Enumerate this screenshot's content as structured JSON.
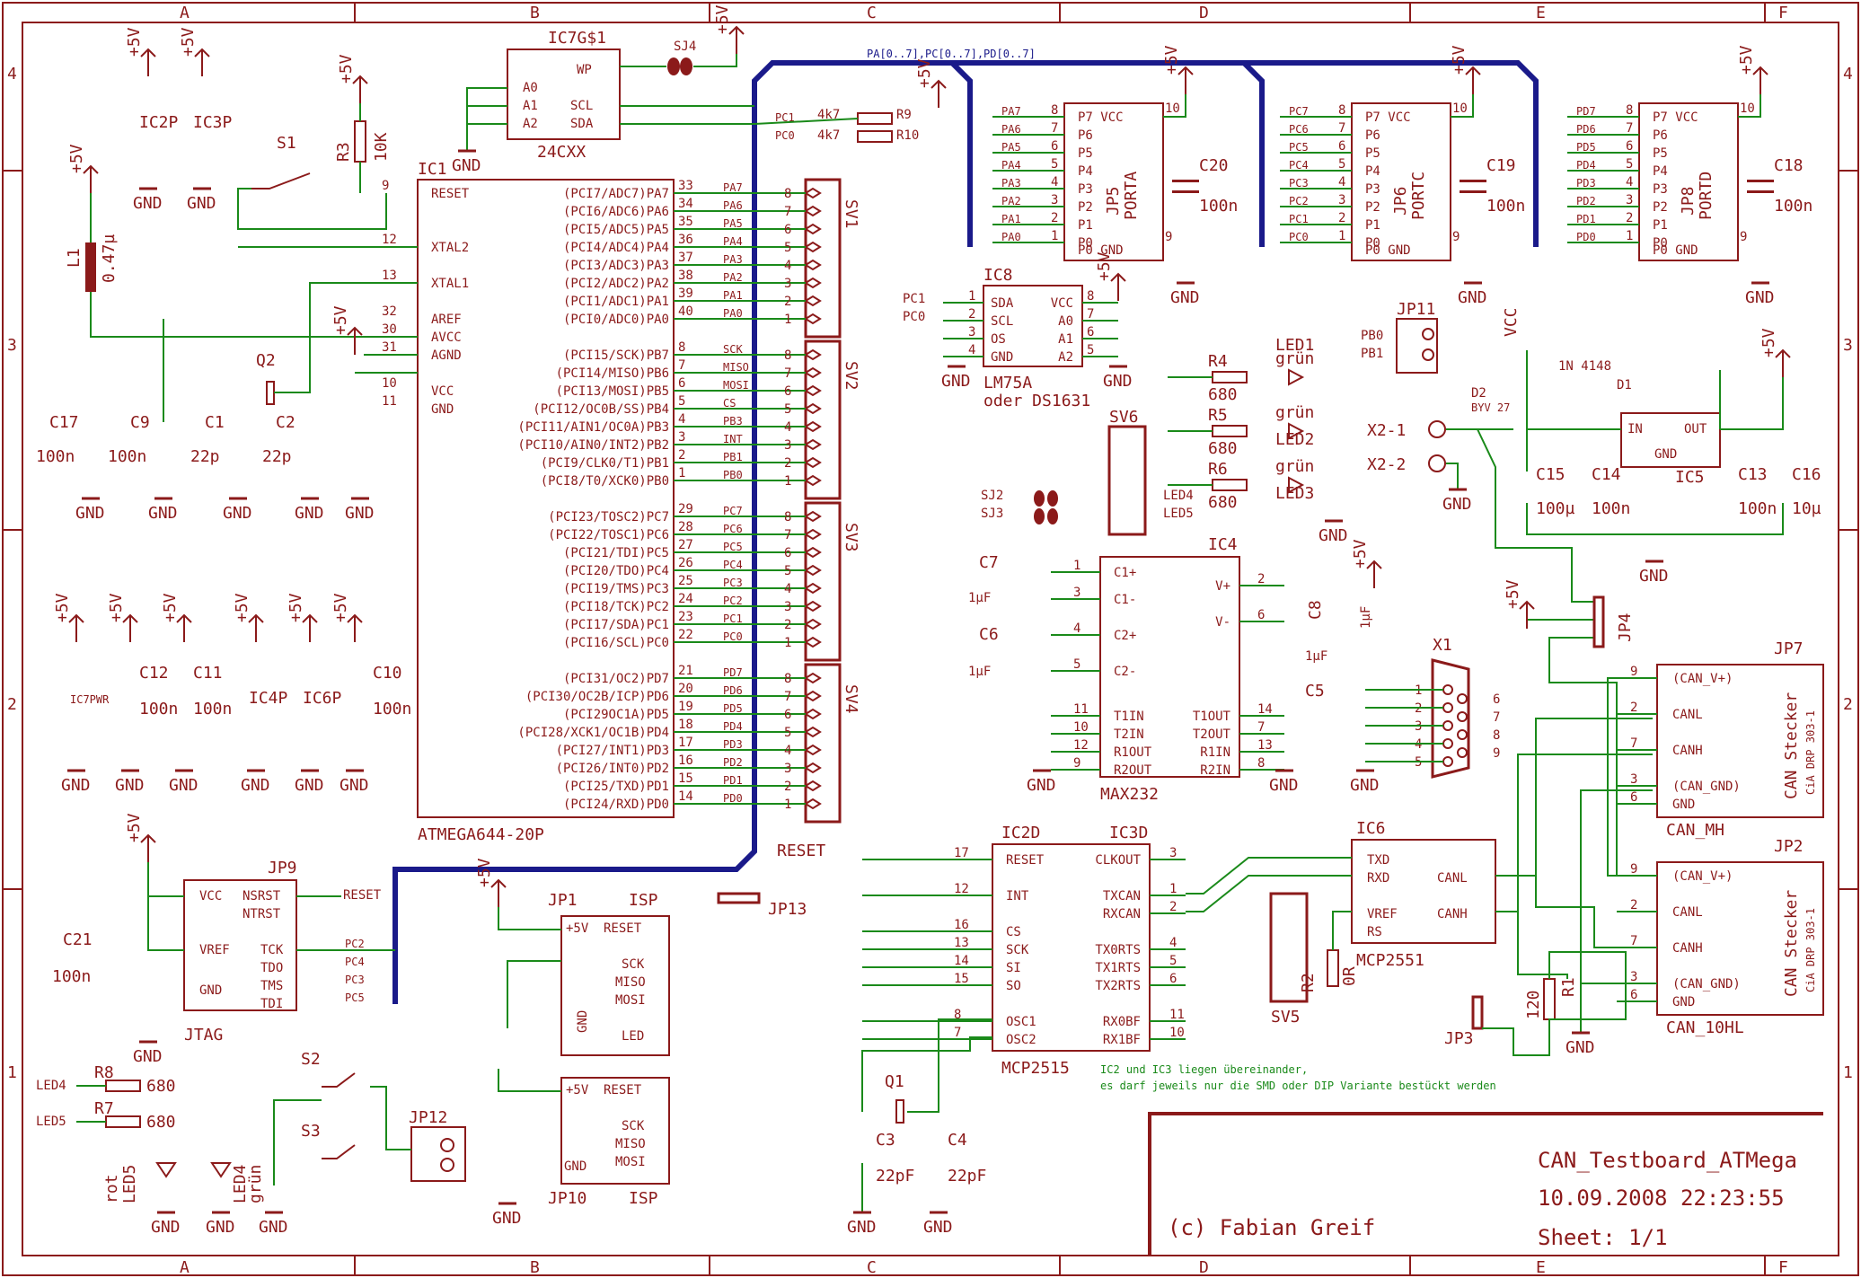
{
  "frame": {
    "cols_top": [
      "A",
      "B",
      "C",
      "D",
      "E",
      "F"
    ],
    "cols_bottom": [
      "A",
      "B",
      "C",
      "D",
      "E",
      "F"
    ],
    "rows": [
      "4",
      "3",
      "2",
      "1"
    ]
  },
  "colors": {
    "component": "#8b1a1a",
    "wire": "#1a8a1a",
    "bus": "#1a1a8a",
    "frame": "#8b1a1a"
  },
  "bus_label": "PA[0..7],PC[0..7],PD[0..7]",
  "mcu": {
    "name": "IC1",
    "part": "ATMEGA644-20P",
    "left_pins": [
      {
        "num": "9",
        "name": "RESET"
      },
      {
        "num": "12",
        "name": "XTAL2"
      },
      {
        "num": "13",
        "name": "XTAL1"
      },
      {
        "num": "32",
        "name": "AREF"
      },
      {
        "num": "30",
        "name": "AVCC"
      },
      {
        "num": "31",
        "name": "AGND"
      },
      {
        "num": "10",
        "name": "VCC"
      },
      {
        "num": "11",
        "name": "GND"
      }
    ],
    "right_pins": [
      {
        "num": "33",
        "name": "(PCI7/ADC7)PA7",
        "net": "PA7"
      },
      {
        "num": "34",
        "name": "(PCI6/ADC6)PA6",
        "net": "PA6"
      },
      {
        "num": "35",
        "name": "(PCI5/ADC5)PA5",
        "net": "PA5"
      },
      {
        "num": "36",
        "name": "(PCI4/ADC4)PA4",
        "net": "PA4"
      },
      {
        "num": "37",
        "name": "(PCI3/ADC3)PA3",
        "net": "PA3"
      },
      {
        "num": "38",
        "name": "(PCI2/ADC2)PA2",
        "net": "PA2"
      },
      {
        "num": "39",
        "name": "(PCI1/ADC1)PA1",
        "net": "PA1"
      },
      {
        "num": "40",
        "name": "(PCI0/ADC0)PA0",
        "net": "PA0"
      },
      {
        "num": "8",
        "name": "(PCI15/SCK)PB7",
        "net": "SCK"
      },
      {
        "num": "7",
        "name": "(PCI14/MISO)PB6",
        "net": "MISO"
      },
      {
        "num": "6",
        "name": "(PCI13/MOSI)PB5",
        "net": "MOSI"
      },
      {
        "num": "5",
        "name": "(PCI12/OC0B/SS)PB4",
        "net": "CS"
      },
      {
        "num": "4",
        "name": "(PCI11/AIN1/OC0A)PB3",
        "net": "PB3"
      },
      {
        "num": "3",
        "name": "(PCI10/AIN0/INT2)PB2",
        "net": "INT"
      },
      {
        "num": "2",
        "name": "(PCI9/CLK0/T1)PB1",
        "net": "PB1"
      },
      {
        "num": "1",
        "name": "(PCI8/T0/XCK0)PB0",
        "net": "PB0"
      },
      {
        "num": "29",
        "name": "(PCI23/TOSC2)PC7",
        "net": "PC7"
      },
      {
        "num": "28",
        "name": "(PCI22/TOSC1)PC6",
        "net": "PC6"
      },
      {
        "num": "27",
        "name": "(PCI21/TDI)PC5",
        "net": "PC5"
      },
      {
        "num": "26",
        "name": "(PCI20/TDO)PC4",
        "net": "PC4"
      },
      {
        "num": "25",
        "name": "(PCI19/TMS)PC3",
        "net": "PC3"
      },
      {
        "num": "24",
        "name": "(PCI18/TCK)PC2",
        "net": "PC2"
      },
      {
        "num": "23",
        "name": "(PCI17/SDA)PC1",
        "net": "PC1"
      },
      {
        "num": "22",
        "name": "(PCI16/SCL)PC0",
        "net": "PC0"
      },
      {
        "num": "21",
        "name": "(PCI31/OC2)PD7",
        "net": "PD7"
      },
      {
        "num": "20",
        "name": "(PCI30/OC2B/ICP)PD6",
        "net": "PD6"
      },
      {
        "num": "19",
        "name": "(PCI29OC1A)PD5",
        "net": "PD5"
      },
      {
        "num": "18",
        "name": "(PCI28/XCK1/OC1B)PD4",
        "net": "PD4"
      },
      {
        "num": "17",
        "name": "(PCI27/INT1)PD3",
        "net": "PD3"
      },
      {
        "num": "16",
        "name": "(PCI26/INT0)PD2",
        "net": "PD2"
      },
      {
        "num": "15",
        "name": "(PCI25/TXD)PD1",
        "net": "PD1"
      },
      {
        "num": "14",
        "name": "(PCI24/RXD)PD0",
        "net": "PD0"
      }
    ]
  },
  "headers": [
    "SV1",
    "SV2",
    "SV3",
    "SV4"
  ],
  "port_headers": [
    {
      "name": "JP5",
      "port": "PORTA",
      "prefix": "PA",
      "cap": "C20",
      "cap_val": "100n"
    },
    {
      "name": "JP6",
      "port": "PORTC",
      "prefix": "PC",
      "cap": "C19",
      "cap_val": "100n"
    },
    {
      "name": "JP8",
      "port": "PORTD",
      "prefix": "PD",
      "cap": "C18",
      "cap_val": "100n"
    }
  ],
  "eeprom": {
    "name": "IC7G$1",
    "part": "24CXX",
    "pins": [
      "WP",
      "A0",
      "A1",
      "A2",
      "SCL",
      "SDA"
    ],
    "jumper": "SJ4"
  },
  "pullups": [
    {
      "name": "R9",
      "value": "4k7",
      "net": "PC1"
    },
    {
      "name": "R10",
      "value": "4k7",
      "net": "PC0"
    }
  ],
  "lm75": {
    "name": "IC8",
    "part": "LM75A",
    "alt": "oder DS1631",
    "left": [
      "SDA",
      "SCL",
      "OS",
      "GND"
    ],
    "right": [
      "VCC",
      "A0",
      "A1",
      "A2"
    ]
  },
  "leds": [
    {
      "r": "R4",
      "rv": "680",
      "led": "LED1",
      "color": "grün"
    },
    {
      "r": "R5",
      "rv": "680",
      "led": "LED2",
      "color": "grün"
    },
    {
      "r": "R6",
      "rv": "680",
      "led": "LED3",
      "color": "grün"
    }
  ],
  "sv6": {
    "name": "SV6",
    "nets": [
      "LED4",
      "LED5"
    ],
    "jumpers": [
      "SJ2",
      "SJ3"
    ]
  },
  "max232": {
    "name": "IC4",
    "part": "MAX232",
    "left": [
      "C1+",
      "C1-",
      "C2+",
      "C2-",
      "T1IN",
      "T2IN",
      "R1OUT",
      "R2OUT"
    ],
    "right": [
      "V+",
      "V-",
      "T1OUT",
      "T2OUT",
      "R1IN",
      "R2IN"
    ]
  },
  "caps_max": [
    {
      "name": "C7",
      "value": "1µF"
    },
    {
      "name": "C6",
      "value": "1µF"
    },
    {
      "name": "C8",
      "value": "1µF"
    },
    {
      "name": "C5",
      "value": "1µF"
    }
  ],
  "dsub": {
    "name": "X1"
  },
  "power": {
    "jp11": "JP11",
    "pb0": "PB0",
    "pb1": "PB1",
    "d1": "D1",
    "d1_part": "1N 4148",
    "d2": "D2",
    "d2_part": "BYV 27",
    "ic5": "IC5",
    "in": "IN",
    "out": "OUT",
    "gnd": "GND",
    "x1": "X2-1",
    "x2": "X2-2",
    "caps": [
      {
        "name": "C15",
        "value": "100µ"
      },
      {
        "name": "C14",
        "value": "100n"
      },
      {
        "name": "C13",
        "value": "100n"
      },
      {
        "name": "C16",
        "value": "10µ"
      }
    ]
  },
  "jp4": "JP4",
  "can_connectors": [
    {
      "name": "JP7",
      "label": "CAN_MH",
      "title": "CAN Stecker",
      "sub": "CiA DRP 303-1",
      "pins": [
        "(CAN_V+)",
        "CANL",
        "CANH",
        "(CAN_GND)",
        "GND"
      ]
    },
    {
      "name": "JP2",
      "label": "CAN_10HL",
      "title": "CAN Stecker",
      "sub": "CiA DRP 303-1",
      "pins": [
        "(CAN_V+)",
        "CANL",
        "CANH",
        "(CAN_GND)",
        "GND"
      ]
    }
  ],
  "mcp2551": {
    "name": "IC6",
    "part": "MCP2551",
    "pins": [
      "TXD",
      "RXD",
      "VREF",
      "RS",
      "CANL",
      "CANH"
    ],
    "r2": "R2",
    "r2v": "0R",
    "r1": "R1",
    "r1v": "120",
    "jp3": "JP3"
  },
  "mcp2515": {
    "name": "IC2D",
    "alt": "IC3D",
    "part": "MCP2515",
    "left": [
      "RESET",
      "INT",
      "CS",
      "SCK",
      "SI",
      "SO",
      "OSC1",
      "OSC2"
    ],
    "right": [
      "CLKOUT",
      "TXCAN",
      "RXCAN",
      "TX0RTS",
      "TX1RTS",
      "TX2RTS",
      "RX0BF",
      "RX1BF"
    ]
  },
  "note_line1": "IC2 und IC3 liegen übereinander,",
  "note_line2": "es darf jeweils nur die SMD oder DIP Variante bestückt werden",
  "sv5": "SV5",
  "crystal2": {
    "q": "Q1",
    "c3": "C3",
    "c3v": "22pF",
    "c4": "C4",
    "c4v": "22pF"
  },
  "isp": [
    {
      "name": "JP1",
      "label": "ISP"
    },
    {
      "name": "JP10",
      "label": "ISP"
    }
  ],
  "isp_pins": [
    "+5V",
    "RESET",
    "SCK",
    "MISO",
    "MOSI",
    "LED",
    "GND"
  ],
  "jp13": "JP13",
  "jtag": {
    "name": "JP9",
    "label": "JTAG",
    "left": [
      "VCC",
      "VREF",
      "GND"
    ],
    "right": [
      "NSRST",
      "NTRST",
      "TCK",
      "TDO",
      "TMS",
      "TDI"
    ],
    "c": "C21",
    "cv": "100n"
  },
  "switches": [
    {
      "name": "S1"
    },
    {
      "name": "S2"
    },
    {
      "name": "S3"
    }
  ],
  "jp12": "JP12",
  "leds_bottom": [
    {
      "r": "R8",
      "rv": "680",
      "net": "LED4",
      "led": "LED4",
      "color": "grün"
    },
    {
      "r": "R7",
      "rv": "680",
      "net": "LED5",
      "led": "LED5",
      "color": "rot"
    }
  ],
  "left_parts": {
    "l1": "L1",
    "l1v": "0.47µ",
    "r3": "R3",
    "r3v": "10K",
    "q2": "Q2",
    "caps": [
      {
        "name": "C17",
        "value": "100n"
      },
      {
        "name": "C9",
        "value": "100n"
      },
      {
        "name": "C1",
        "value": "22p"
      },
      {
        "name": "C2",
        "value": "22p"
      }
    ],
    "pwr_caps": [
      {
        "name": "C12",
        "value": "100n"
      },
      {
        "name": "C11",
        "value": "100n"
      },
      {
        "name": "C10",
        "value": "100n"
      }
    ],
    "ic_pwr": [
      "IC2P",
      "IC3P",
      "IC7PWR",
      "IC4P",
      "IC6P"
    ]
  },
  "supply": {
    "p5": "+5V",
    "vcc": "VCC",
    "gnd": "GND"
  },
  "title_block": {
    "title": "CAN_Testboard_ATMega",
    "date": "10.09.2008  22:23:55",
    "sheet": "Sheet: 1/1",
    "author": "(c) Fabian Greif"
  }
}
